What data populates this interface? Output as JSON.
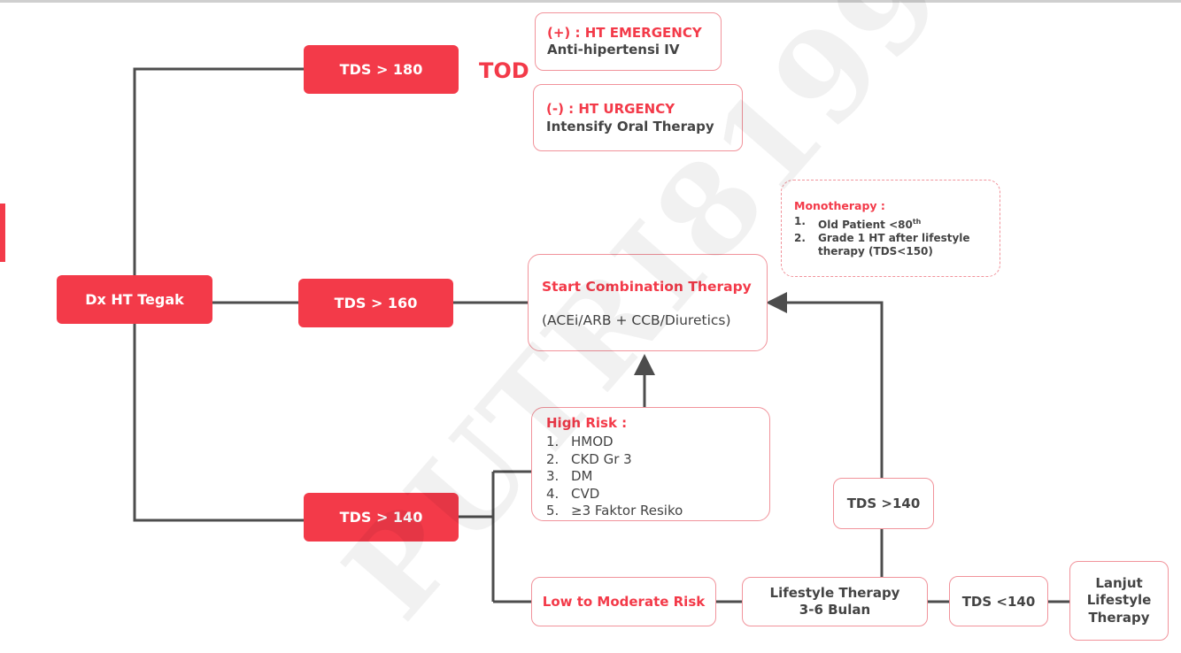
{
  "nodes": {
    "root": "Dx HT Tegak",
    "tds180": "TDS > 180",
    "tds160": "TDS > 160",
    "tds140": "TDS > 140",
    "tod": "TOD",
    "emergency": {
      "title": "(+) : HT EMERGENCY",
      "body": "Anti-hipertensi IV"
    },
    "urgency": {
      "title": "(-) : HT URGENCY",
      "body": "Intensify Oral Therapy"
    },
    "monotherapy": {
      "title": "Monotherapy :",
      "items": [
        {
          "num": "1.",
          "text": "Old Patient <80",
          "sup": "th"
        },
        {
          "num": "2.",
          "text": "Grade 1 HT after lifestyle therapy (TDS<150)"
        }
      ]
    },
    "combination": {
      "title": "Start Combination Therapy",
      "body": "(ACEi/ARB + CCB/Diuretics)"
    },
    "high_risk": {
      "title": "High Risk :",
      "items": [
        {
          "num": "1.",
          "text": "HMOD"
        },
        {
          "num": "2.",
          "text": "CKD Gr 3"
        },
        {
          "num": "3.",
          "text": "DM"
        },
        {
          "num": "4.",
          "text": "CVD"
        },
        {
          "num": "5.",
          "text": "≥3 Faktor Resiko"
        }
      ]
    },
    "low_moderate": "Low to Moderate Risk",
    "lifestyle": {
      "line1": "Lifestyle Therapy",
      "line2": "3-6 Bulan"
    },
    "tds_gt140": "TDS >140",
    "tds_lt140": "TDS <140",
    "lanjut": {
      "line1": "Lanjut",
      "line2": "Lifestyle",
      "line3": "Therapy"
    }
  },
  "watermark": "PUTRI8199",
  "colors": {
    "accent": "#f33a49",
    "outline": "#f1939b",
    "connector": "#4d4d4d",
    "text": "#444444"
  }
}
